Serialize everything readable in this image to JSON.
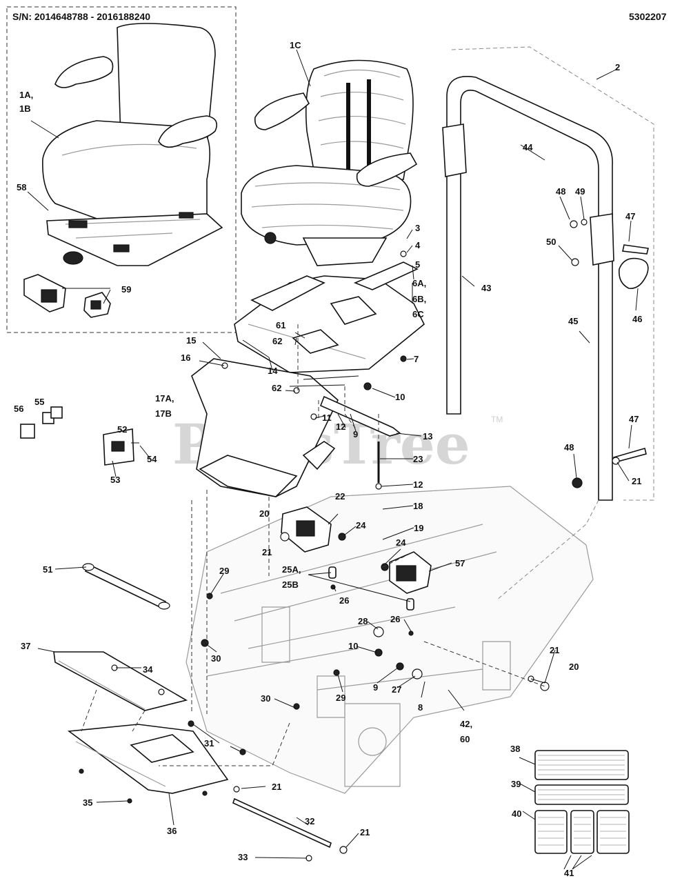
{
  "header": {
    "serial_range": "S/N: 2014648788 - 2016188240",
    "diagram_number": "5302207"
  },
  "watermark": {
    "text": "PartsTree",
    "tm": "TM"
  },
  "callouts": {
    "c1ab_a": "1A,",
    "c1ab_b": "1B",
    "c1c": "1C",
    "c2": "2",
    "c3": "3",
    "c4": "4",
    "c5": "5",
    "c6_a": "6A,",
    "c6_b": "6B,",
    "c6_c": "6C",
    "c7": "7",
    "c8": "8",
    "c9a": "9",
    "c9b": "9",
    "c10a": "10",
    "c10b": "10",
    "c11": "11",
    "c12a": "12",
    "c12b": "12",
    "c13": "13",
    "c14": "14",
    "c15": "15",
    "c16": "16",
    "c17_a": "17A,",
    "c17_b": "17B",
    "c18": "18",
    "c19": "19",
    "c20a": "20",
    "c20b": "20",
    "c21a": "21",
    "c21b": "21",
    "c21c": "21",
    "c21d": "21",
    "c21e": "21",
    "c22": "22",
    "c23": "23",
    "c24a": "24",
    "c24b": "24",
    "c25_a": "25A,",
    "c25_b": "25B",
    "c26a": "26",
    "c26b": "26",
    "c27": "27",
    "c28": "28",
    "c29a": "29",
    "c29b": "29",
    "c30a": "30",
    "c30b": "30",
    "c31": "31",
    "c32": "32",
    "c33": "33",
    "c34": "34",
    "c35": "35",
    "c36": "36",
    "c37": "37",
    "c38": "38",
    "c39": "39",
    "c40": "40",
    "c41": "41",
    "c42_a": "42,",
    "c42_b": "60",
    "c43": "43",
    "c44": "44",
    "c45": "45",
    "c46": "46",
    "c47a": "47",
    "c47b": "47",
    "c48a": "48",
    "c48b": "48",
    "c49": "49",
    "c50": "50",
    "c51": "51",
    "c52": "52",
    "c53": "53",
    "c54": "54",
    "c55": "55",
    "c56": "56",
    "c57": "57",
    "c58": "58",
    "c59": "59",
    "c61": "61",
    "c62a": "62",
    "c62b": "62"
  }
}
